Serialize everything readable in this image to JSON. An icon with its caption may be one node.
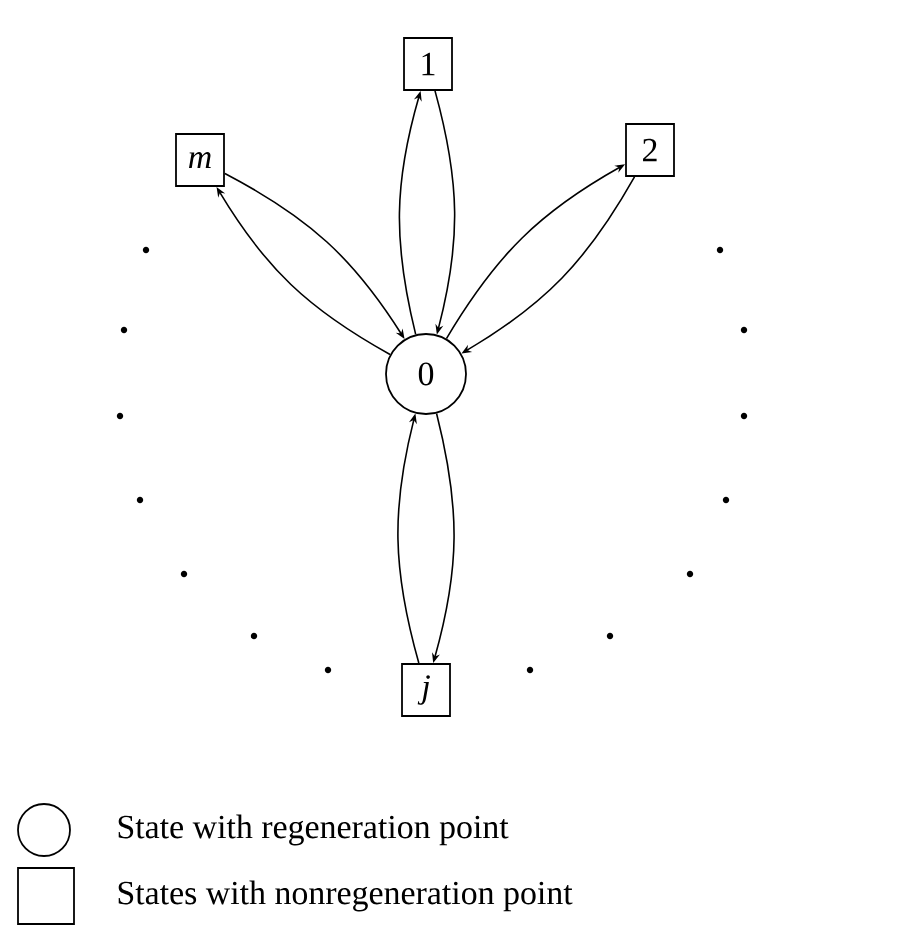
{
  "diagram": {
    "nodes": [
      {
        "text": [
          "1"
        ]
      },
      {
        "text": [
          "m"
        ]
      },
      {
        "text": [
          "2"
        ]
      },
      {
        "text": [
          "0"
        ]
      },
      {
        "text": [
          "j"
        ]
      }
    ],
    "edges": [
      {
        "from": 3,
        "to": 0,
        "arrow": "to"
      },
      {
        "from": 0,
        "to": 3,
        "arrow": "to"
      },
      {
        "from": 3,
        "to": 1,
        "arrow": "to"
      },
      {
        "from": 1,
        "to": 3,
        "arrow": "to"
      },
      {
        "from": 3,
        "to": 2,
        "arrow": "to"
      },
      {
        "from": 2,
        "to": 3,
        "arrow": "to"
      },
      {
        "from": 4,
        "to": 3,
        "arrow": "to"
      },
      {
        "from": 3,
        "to": 4,
        "arrow": "to"
      }
    ],
    "legend": [
      {
        "text": "State with regeneration point"
      },
      {
        "text": "States with nonregeneration point"
      }
    ]
  }
}
